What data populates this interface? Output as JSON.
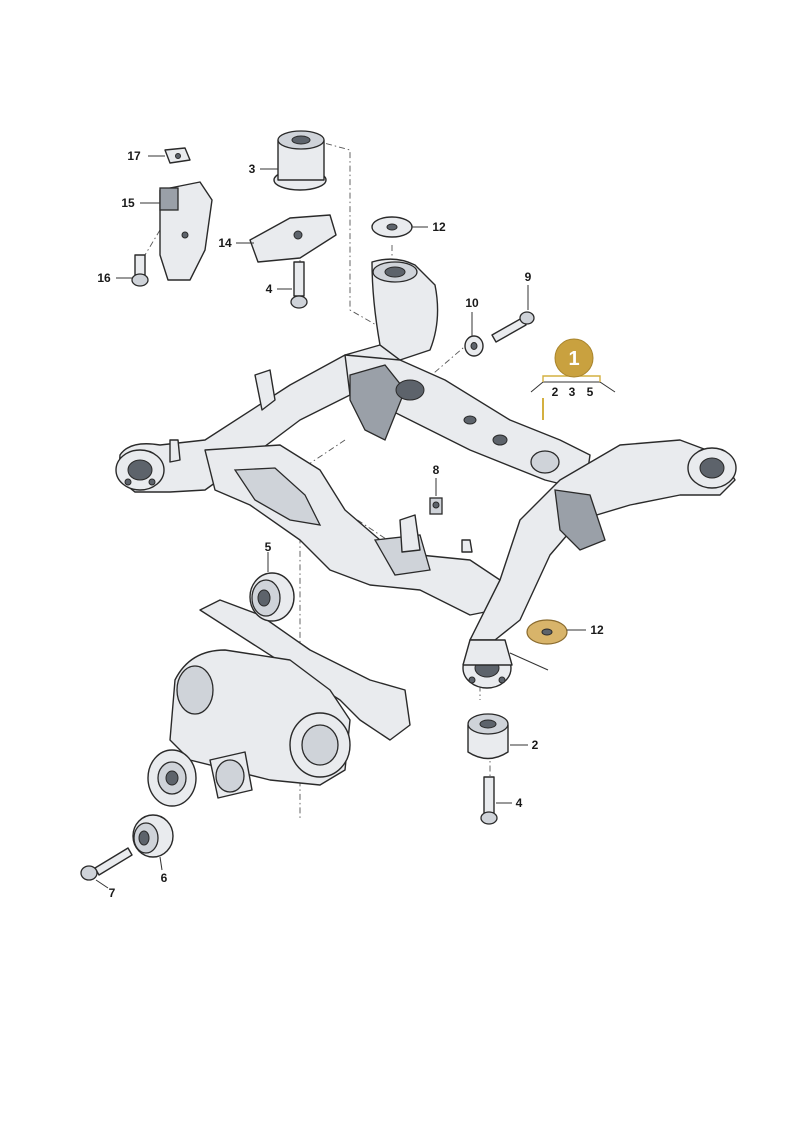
{
  "diagram": {
    "callout_numbers": {
      "n17": "17",
      "n15": "15",
      "n16": "16",
      "n3": "3",
      "n14": "14",
      "n4_top": "4",
      "n12_top": "12",
      "n10": "10",
      "n9": "9",
      "n8": "8",
      "n5": "5",
      "n12_right": "12",
      "n2": "2",
      "n4_bottom": "4",
      "n6": "6",
      "n7": "7"
    },
    "highlight_badge": {
      "number": "1",
      "sub_items": [
        "2",
        "3",
        "5"
      ]
    },
    "colors": {
      "badge": "#c9a13f",
      "highlight_washer": "#d8b46a",
      "highlight_line": "#d4b040",
      "line_art": "#2a2a2a"
    }
  }
}
